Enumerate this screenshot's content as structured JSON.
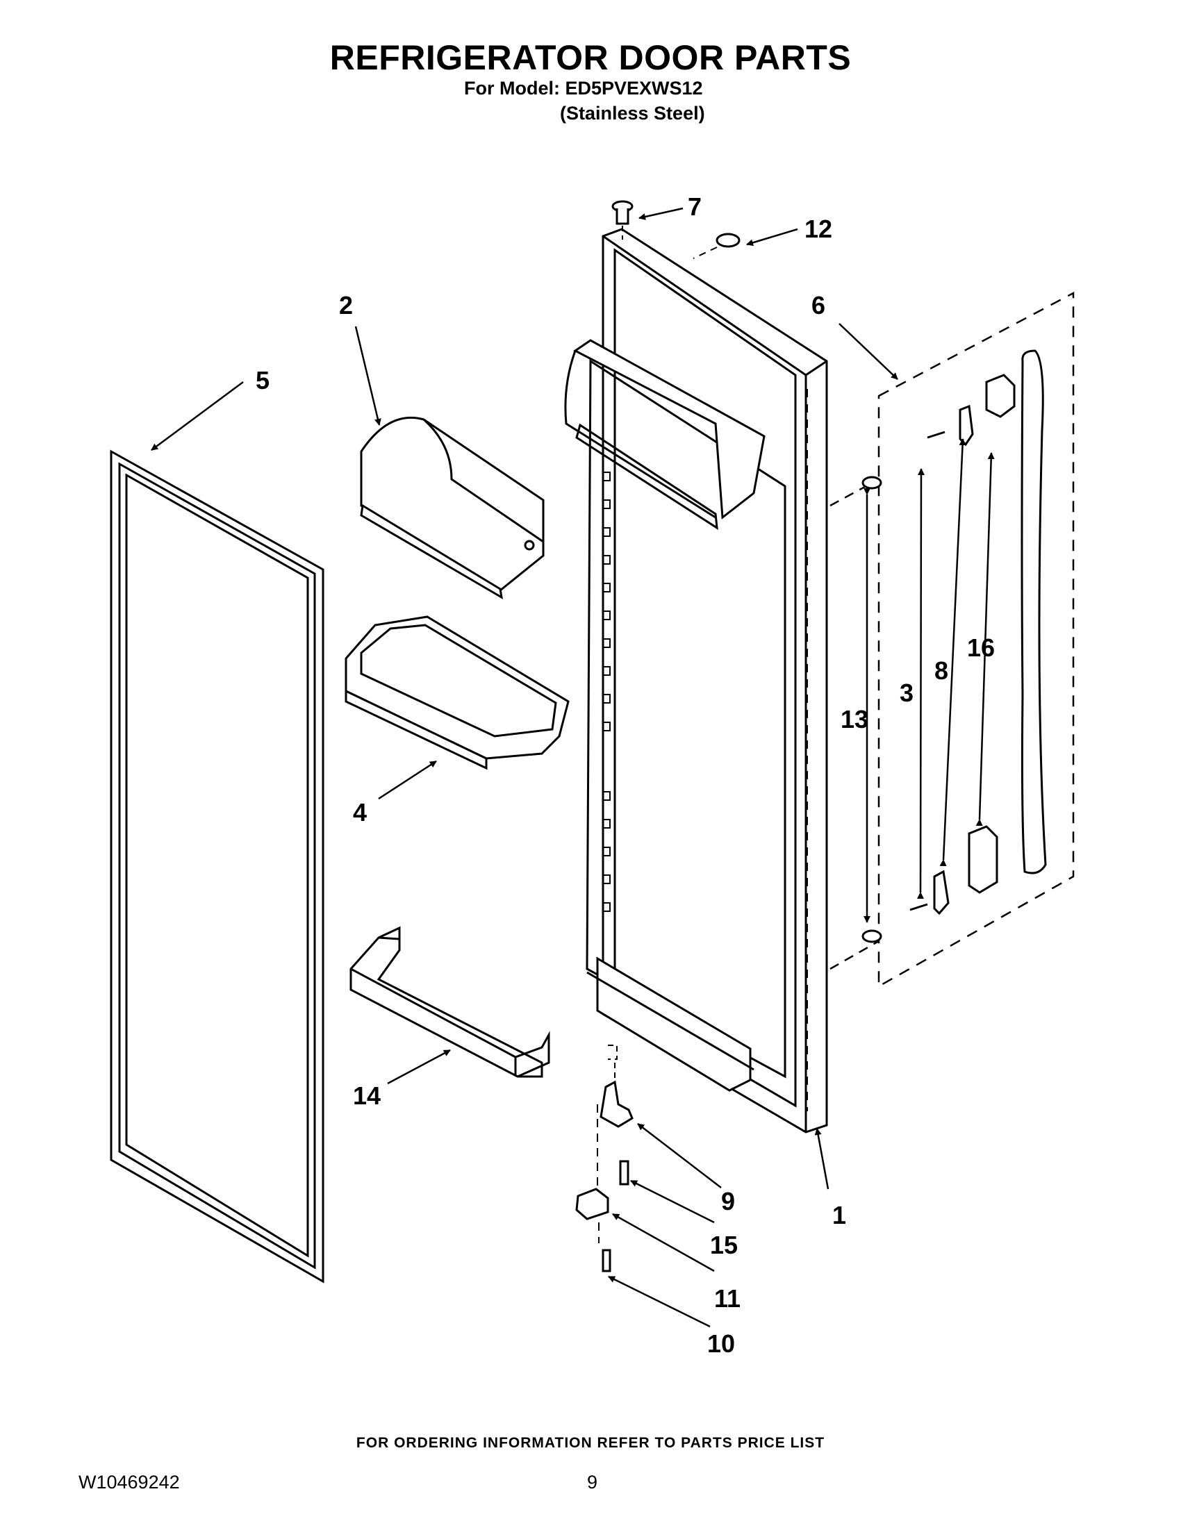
{
  "header": {
    "title": "REFRIGERATOR DOOR PARTS",
    "model_line": "For Model: ED5PVEXWS12",
    "finish_line": "(Stainless Steel)"
  },
  "callouts": [
    "1",
    "2",
    "3",
    "4",
    "5",
    "6",
    "7",
    "8",
    "9",
    "10",
    "11",
    "12",
    "13",
    "14",
    "15",
    "16"
  ],
  "footer": {
    "ordering_note": "FOR ORDERING INFORMATION REFER TO PARTS PRICE LIST",
    "document_number": "W10469242",
    "page_number": "9"
  }
}
